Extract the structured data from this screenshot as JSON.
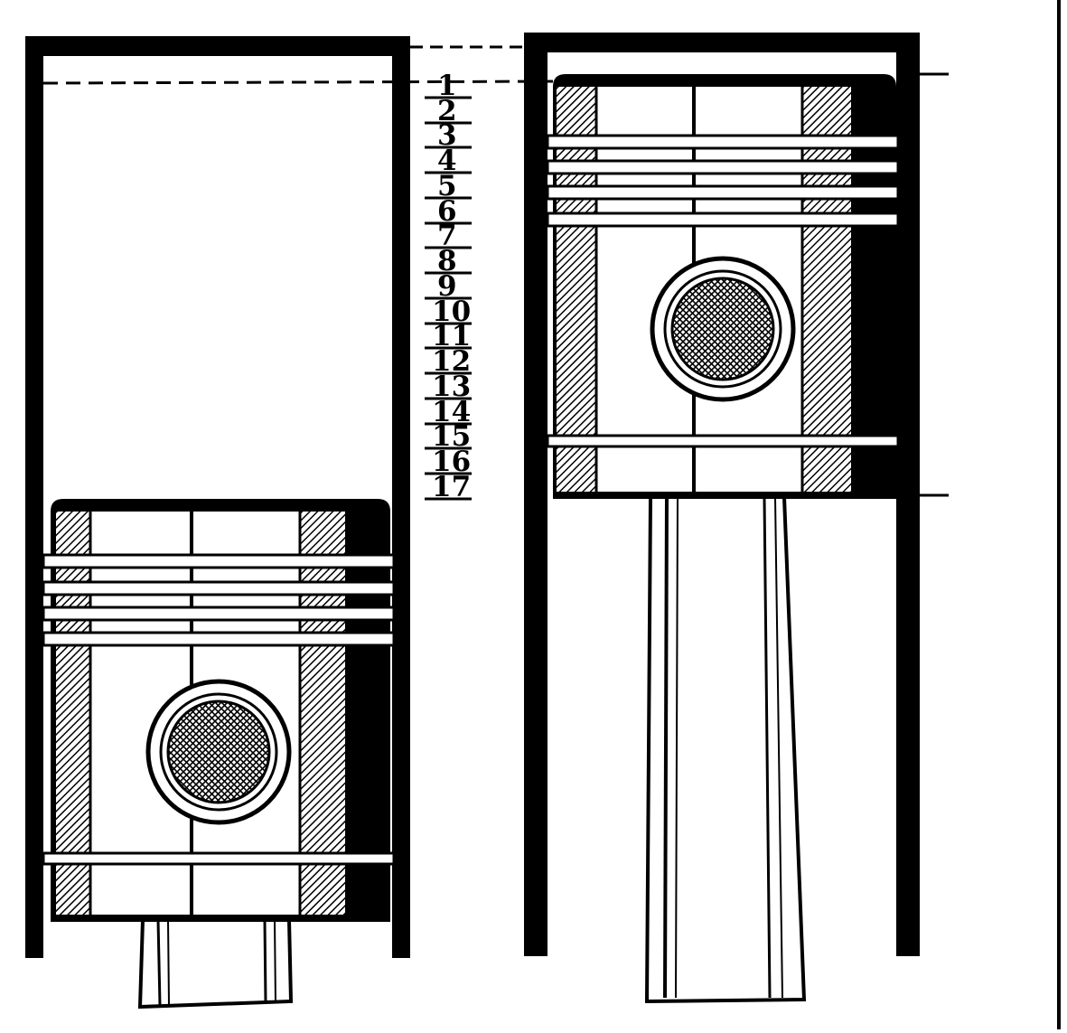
{
  "figure": {
    "description_kind": "engine piston stroke diagram",
    "colors": {
      "ink": "#000000",
      "paper": "#ffffff"
    }
  },
  "scale": {
    "labels": [
      "1",
      "2",
      "3",
      "4",
      "5",
      "6",
      "7",
      "8",
      "9",
      "10",
      "11",
      "12",
      "13",
      "14",
      "15",
      "16",
      "17"
    ]
  }
}
